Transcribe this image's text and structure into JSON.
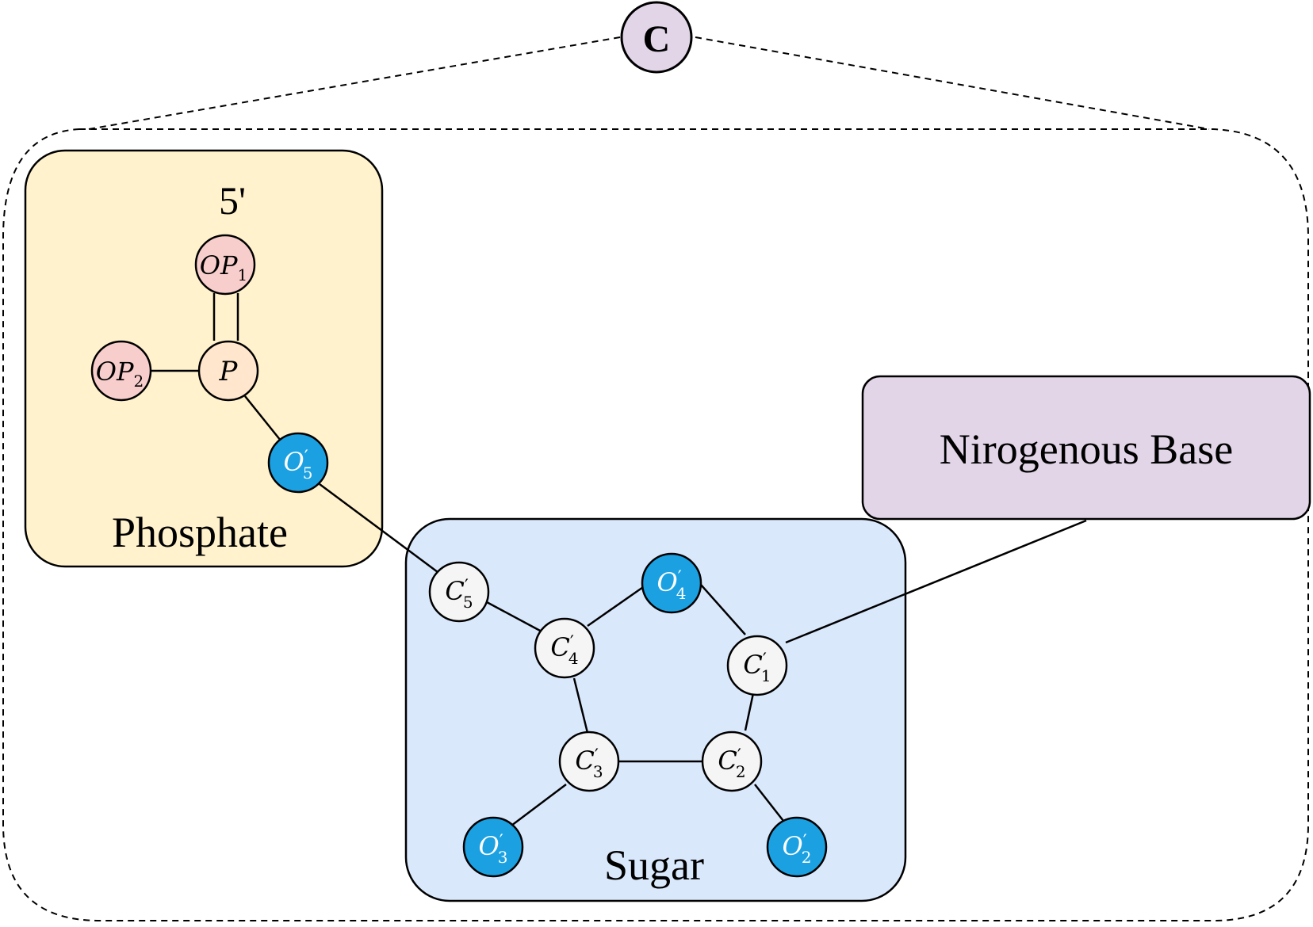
{
  "root_node": {
    "label": "C",
    "color": "#e1d5e7"
  },
  "groups": {
    "phosphate": {
      "label": "Phosphate",
      "end_label": "5'",
      "color": "#fff2cc"
    },
    "sugar": {
      "label": "Sugar",
      "color": "#dae8fc"
    },
    "base": {
      "label": "Nirogenous Base",
      "color": "#e1d5e7"
    }
  },
  "atom_colors": {
    "phosphate_oxygen": "#f8cecc",
    "phosphorus": "#ffe6cc",
    "oxygen": "#1ba1e2",
    "carbon": "#f5f5f5"
  },
  "atoms": {
    "OP1": {
      "main": "OP",
      "sub": "1",
      "prime": ""
    },
    "OP2": {
      "main": "OP",
      "sub": "2",
      "prime": ""
    },
    "P": {
      "main": "P",
      "sub": "",
      "prime": ""
    },
    "O5": {
      "main": "O",
      "sub": "5",
      "prime": "′"
    },
    "C5": {
      "main": "C",
      "sub": "5",
      "prime": "′"
    },
    "O4": {
      "main": "O",
      "sub": "4",
      "prime": "′"
    },
    "C4": {
      "main": "C",
      "sub": "4",
      "prime": "′"
    },
    "C1": {
      "main": "C",
      "sub": "1",
      "prime": "′"
    },
    "C3": {
      "main": "C",
      "sub": "3",
      "prime": "′"
    },
    "C2": {
      "main": "C",
      "sub": "2",
      "prime": "′"
    },
    "O3": {
      "main": "O",
      "sub": "3",
      "prime": "′"
    },
    "O2": {
      "main": "O",
      "sub": "2",
      "prime": "′"
    }
  }
}
